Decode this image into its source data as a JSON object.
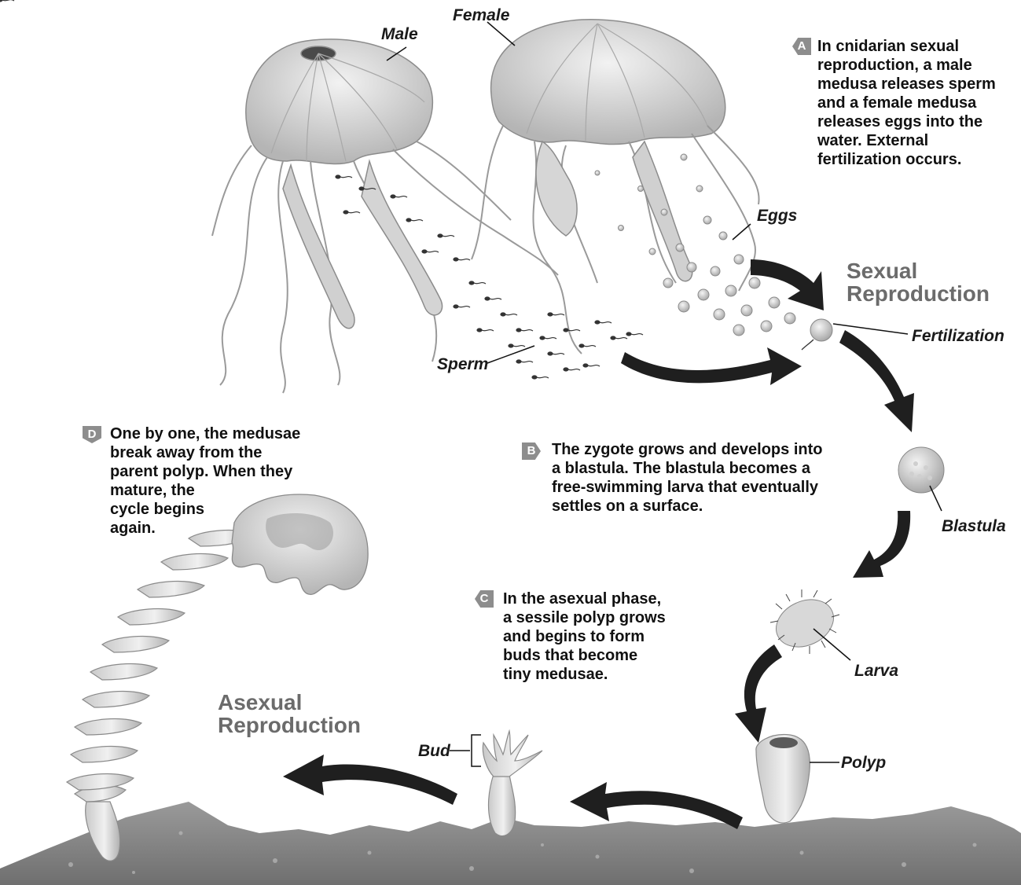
{
  "labels": {
    "male": "Male",
    "female": "Female",
    "eggs": "Eggs",
    "sperm": "Sperm",
    "fertilization": "Fertilization",
    "blastula": "Blastula",
    "larva": "Larva",
    "polyp": "Polyp",
    "bud": "Bud"
  },
  "phases": {
    "sexual_line1": "Sexual",
    "sexual_line2": "Reproduction",
    "asexual_line1": "Asexual",
    "asexual_line2": "Reproduction"
  },
  "steps": {
    "a": {
      "badge": "A",
      "lines": [
        "In cnidarian sexual",
        "reproduction, a male",
        "medusa releases sperm",
        "and a female medusa",
        "releases eggs into the",
        "water. External",
        "fertilization occurs."
      ]
    },
    "b": {
      "badge": "B",
      "lines": [
        "The zygote grows and develops into",
        "a blastula. The blastula becomes a",
        "free-swimming larva that eventually",
        "settles on a surface."
      ]
    },
    "c": {
      "badge": "C",
      "lines": [
        "In the asexual phase,",
        "a sessile polyp grows",
        "and begins to form",
        "buds that become",
        "tiny medusae."
      ]
    },
    "d": {
      "badge": "D",
      "lines": [
        "One by one, the medusae",
        "break away from the",
        "parent polyp. When they",
        "mature, the",
        "cycle begins",
        "again."
      ]
    }
  },
  "colors": {
    "arrow": "#1f1f1f",
    "illustration": "#bdbdbd",
    "seabed": "#8a8a8a",
    "badge": "#8d8d8d",
    "phase_text": "#6b6b6b"
  }
}
